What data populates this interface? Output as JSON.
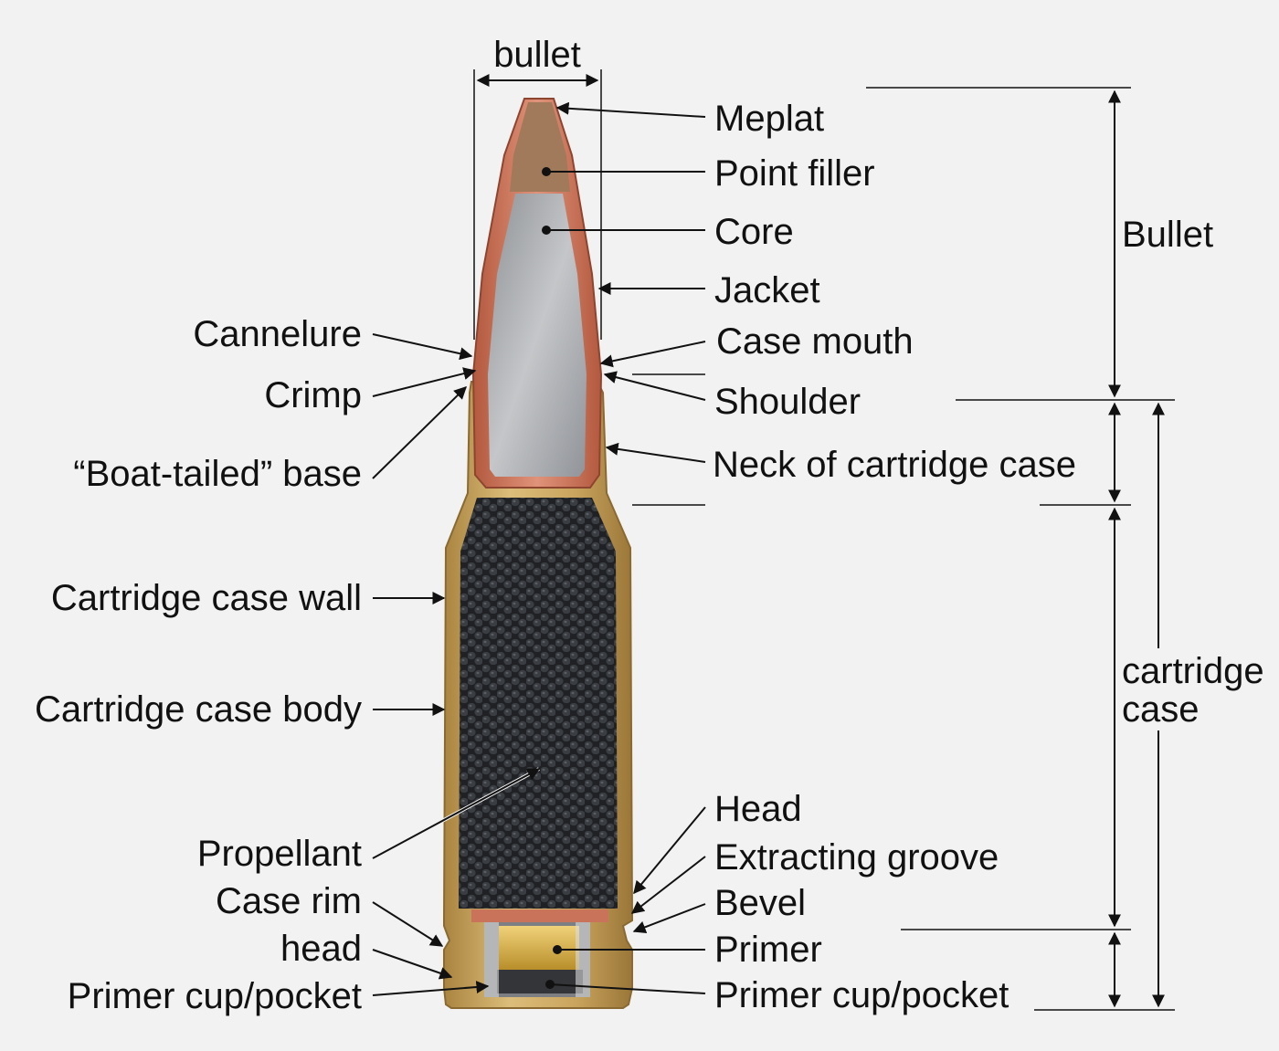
{
  "top_dimension_label": "bullet",
  "left_labels": {
    "cannelure": "Cannelure",
    "crimp": "Crimp",
    "boat_tailed_base": "“Boat-tailed” base",
    "case_wall": "Cartridge case wall",
    "case_body": "Cartridge case body",
    "propellant": "Propellant",
    "case_rim": "Case rim",
    "head": "head",
    "primer_cup_pocket": "Primer cup/pocket"
  },
  "right_labels": {
    "meplat": "Meplat",
    "point_filler": "Point filler",
    "core": "Core",
    "jacket": "Jacket",
    "case_mouth": "Case mouth",
    "shoulder": "Shoulder",
    "neck": "Neck of cartridge case",
    "head": "Head",
    "extracting_groove": "Extracting groove",
    "bevel": "Bevel",
    "primer": "Primer",
    "primer_cup_pocket": "Primer cup/pocket"
  },
  "dimension_labels": {
    "bullet": "Bullet",
    "cartridge_case_line1": "cartridge",
    "cartridge_case_line2": "case"
  },
  "colors": {
    "background": "#f2f2f2",
    "brass": "#c9a45e",
    "copper_jacket": "#c9745a",
    "lead_core": "#a8aaad",
    "point_filler": "#a07a5a",
    "propellant": "#2d2f33",
    "primer": "#d6b24a",
    "line": "#111111"
  }
}
